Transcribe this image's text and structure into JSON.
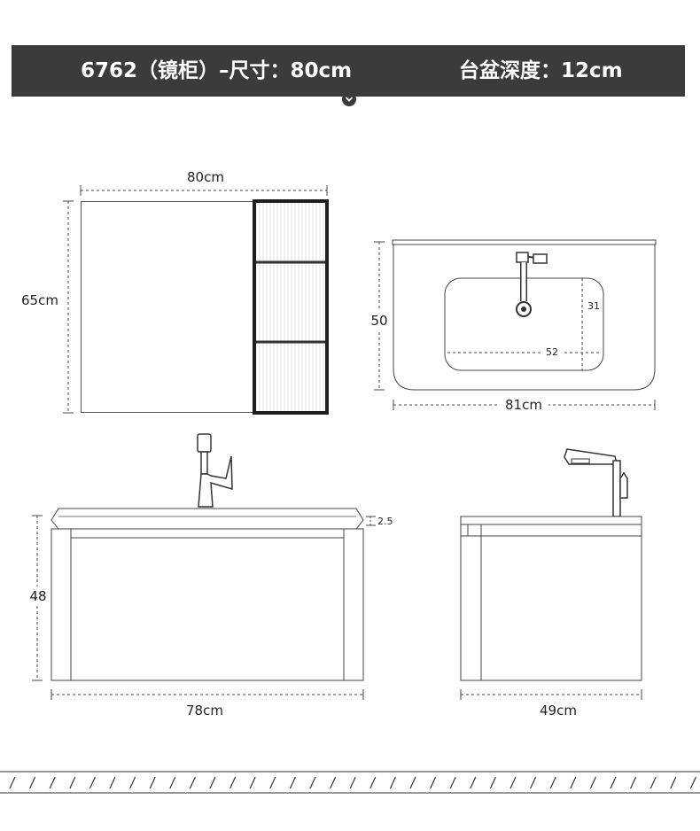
{
  "header": {
    "left_title": "6762（镜柜）–尺寸：80cm",
    "right_title": "台盆深度：12cm"
  },
  "mirror_cabinet": {
    "width_label": "80cm",
    "height_label": "65cm"
  },
  "basin_top_view": {
    "height_label": "50",
    "bowl_depth_label": "31",
    "bowl_width_label": "52",
    "width_label": "81cm"
  },
  "vanity_front": {
    "top_thickness_label": "2.5",
    "height_label": "48",
    "width_label": "78cm"
  },
  "vanity_side": {
    "depth_label": "49cm"
  },
  "colors": {
    "banner": "#3b3b3b",
    "frame": "#1e1e1e",
    "line": "#444444"
  }
}
